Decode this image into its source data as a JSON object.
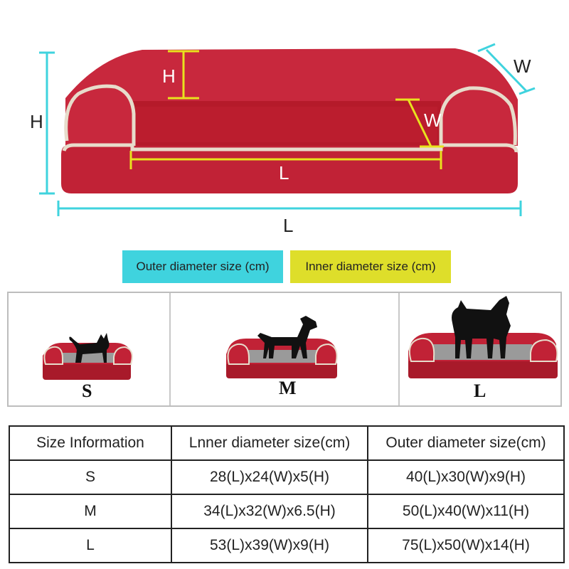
{
  "diagram": {
    "outer_height_label": "H",
    "outer_width_label": "W",
    "outer_length_label": "L",
    "inner_height_label": "H",
    "inner_width_label": "W",
    "inner_length_label": "L"
  },
  "legend": {
    "outer": "Outer diameter size (cm)",
    "inner": "Inner diameter size (cm)",
    "outer_color": "#3fd3de",
    "inner_color": "#dede2a"
  },
  "sizes": [
    {
      "letter": "S",
      "pet": "cat-silhouette"
    },
    {
      "letter": "M",
      "pet": "dog-silhouette"
    },
    {
      "letter": "L",
      "pet": "dog-silhouette"
    }
  ],
  "table": {
    "headers": [
      "Size Information",
      "Lnner diameter size(cm)",
      "Outer diameter size(cm)"
    ],
    "rows": [
      [
        "S",
        "28(L)x24(W)x5(H)",
        "40(L)x30(W)x9(H)"
      ],
      [
        "M",
        "34(L)x32(W)x6.5(H)",
        "50(L)x40(W)x11(H)"
      ],
      [
        "L",
        "53(L)x39(W)x9(H)",
        "75(L)x50(W)x14(H)"
      ]
    ]
  },
  "colors": {
    "sofa_red": "#c4243a",
    "sofa_dark": "#a01a2c",
    "piping": "#e7dccb",
    "cyan": "#3fd3de",
    "yellow": "#e8e21e"
  }
}
